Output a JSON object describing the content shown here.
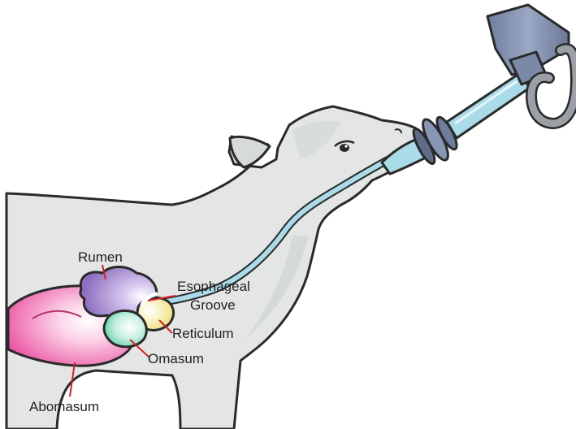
{
  "labels": {
    "rumen": "Rumen",
    "esophageal_line1": "Esophageal",
    "esophageal_line2": "Groove",
    "reticulum": "Reticulum",
    "omasum": "Omasum",
    "abomasum": "Abomasum"
  },
  "colors": {
    "outline": "#2a2a2a",
    "body": "#e4e6e6",
    "body_shade": "#d4d7d8",
    "tube": "#a9dbe8",
    "nipple": "#7f8fa6",
    "bottle": "#8796b4",
    "ring": "#9aa0a6",
    "rumen": "#9b80c4",
    "reticulum": "#f2e58a",
    "omasum": "#9fe0c8",
    "abomasum": "#ee5fa8",
    "leader": "#d22020"
  }
}
